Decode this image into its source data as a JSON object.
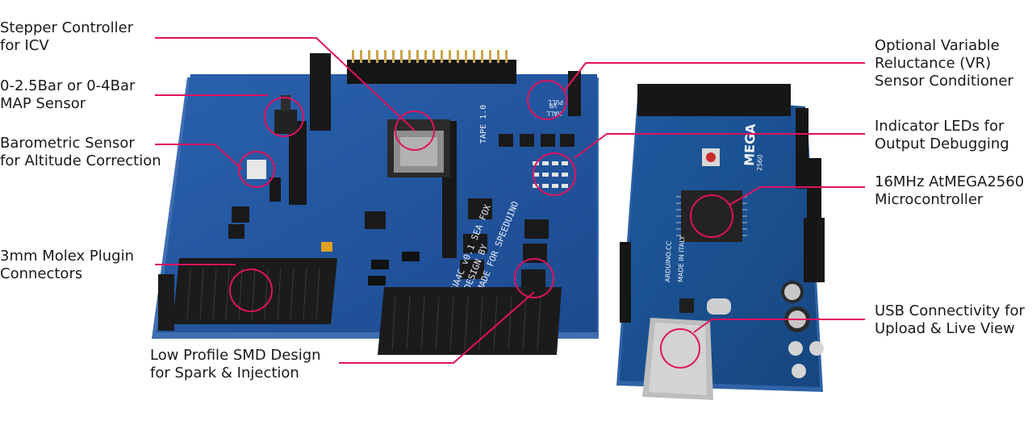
{
  "colors": {
    "accent": "#e0125f",
    "board_blue": "#1f4f96",
    "connector_black": "#1b1b1b",
    "text": "#1a1a1a"
  },
  "callouts": {
    "stepper": [
      "Stepper Controller",
      "for ICV"
    ],
    "map": [
      "0-2.5Bar or 0-4Bar",
      "MAP Sensor"
    ],
    "baro": [
      "Barometric Sensor",
      "for Altitude Correction"
    ],
    "molex": [
      "3mm Molex Plugin",
      "Connectors"
    ],
    "smd": [
      "Low Profile SMD Design",
      "for Spark & Injection"
    ],
    "vr": [
      "Optional Variable",
      "Reluctance (VR)",
      "Sensor Conditioner"
    ],
    "leds": [
      "Indicator LEDs for",
      "Output Debugging"
    ],
    "mcu": [
      "16MHz AtMEGA2560",
      "Microcontroller"
    ],
    "usb": [
      "USB Connectivity for",
      "Upload & Live View"
    ]
  },
  "board_silkscreen": {
    "shield_text": [
      "UA4C v0.1 SEA FOX",
      "DESIGN BY",
      "MADE FOR SPEEDUINO"
    ],
    "tape_label": "TAPE 1.0",
    "vr_labels": [
      "PULL",
      "VR",
      "HALL"
    ],
    "mega_logo": "MEGA",
    "mega_made": "MADE IN ITALY",
    "mega_site": "ARDUINO.CC",
    "mega_model": "2560"
  }
}
